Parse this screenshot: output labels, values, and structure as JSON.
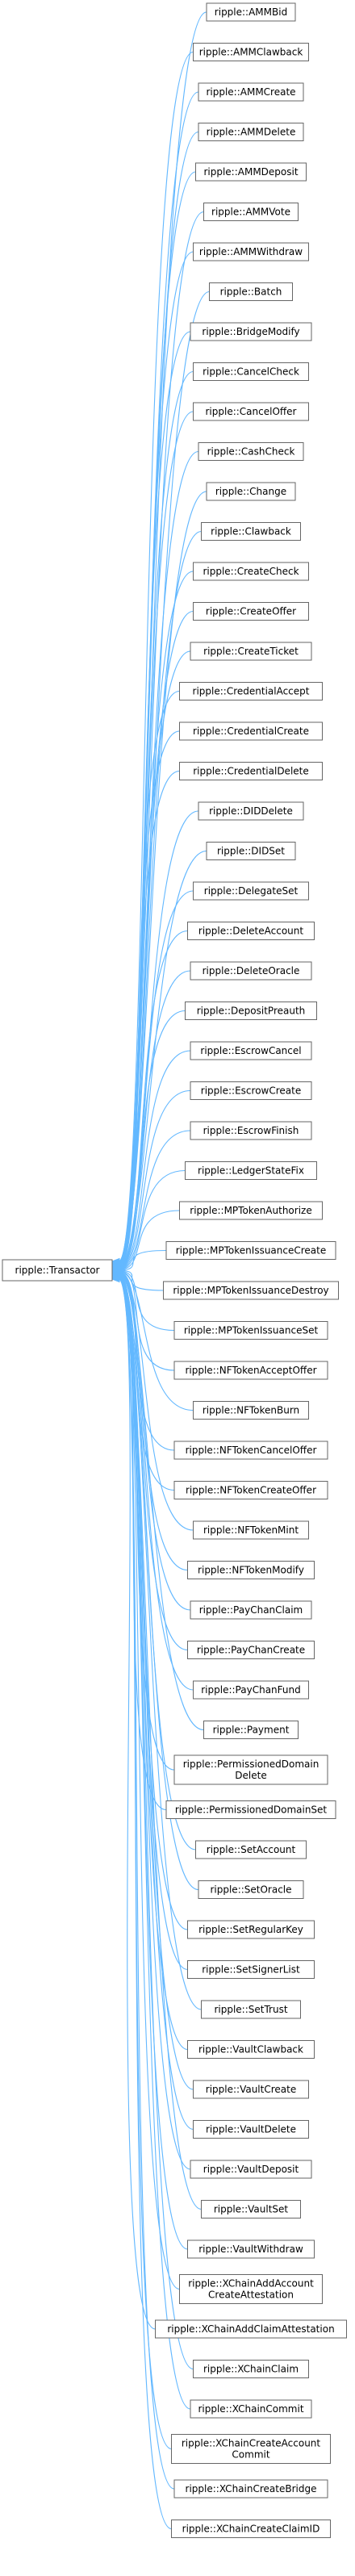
{
  "base": {
    "label": "ripple::Transactor"
  },
  "derived": [
    [
      "ripple::AMMBid"
    ],
    [
      "ripple::AMMClawback"
    ],
    [
      "ripple::AMMCreate"
    ],
    [
      "ripple::AMMDelete"
    ],
    [
      "ripple::AMMDeposit"
    ],
    [
      "ripple::AMMVote"
    ],
    [
      "ripple::AMMWithdraw"
    ],
    [
      "ripple::Batch"
    ],
    [
      "ripple::BridgeModify"
    ],
    [
      "ripple::CancelCheck"
    ],
    [
      "ripple::CancelOffer"
    ],
    [
      "ripple::CashCheck"
    ],
    [
      "ripple::Change"
    ],
    [
      "ripple::Clawback"
    ],
    [
      "ripple::CreateCheck"
    ],
    [
      "ripple::CreateOffer"
    ],
    [
      "ripple::CreateTicket"
    ],
    [
      "ripple::CredentialAccept"
    ],
    [
      "ripple::CredentialCreate"
    ],
    [
      "ripple::CredentialDelete"
    ],
    [
      "ripple::DIDDelete"
    ],
    [
      "ripple::DIDSet"
    ],
    [
      "ripple::DelegateSet"
    ],
    [
      "ripple::DeleteAccount"
    ],
    [
      "ripple::DeleteOracle"
    ],
    [
      "ripple::DepositPreauth"
    ],
    [
      "ripple::EscrowCancel"
    ],
    [
      "ripple::EscrowCreate"
    ],
    [
      "ripple::EscrowFinish"
    ],
    [
      "ripple::LedgerStateFix"
    ],
    [
      "ripple::MPTokenAuthorize"
    ],
    [
      "ripple::MPTokenIssuanceCreate"
    ],
    [
      "ripple::MPTokenIssuanceDestroy"
    ],
    [
      "ripple::MPTokenIssuanceSet"
    ],
    [
      "ripple::NFTokenAcceptOffer"
    ],
    [
      "ripple::NFTokenBurn"
    ],
    [
      "ripple::NFTokenCancelOffer"
    ],
    [
      "ripple::NFTokenCreateOffer"
    ],
    [
      "ripple::NFTokenMint"
    ],
    [
      "ripple::NFTokenModify"
    ],
    [
      "ripple::PayChanClaim"
    ],
    [
      "ripple::PayChanCreate"
    ],
    [
      "ripple::PayChanFund"
    ],
    [
      "ripple::Payment"
    ],
    [
      "ripple::PermissionedDomain",
      "Delete"
    ],
    [
      "ripple::PermissionedDomainSet"
    ],
    [
      "ripple::SetAccount"
    ],
    [
      "ripple::SetOracle"
    ],
    [
      "ripple::SetRegularKey"
    ],
    [
      "ripple::SetSignerList"
    ],
    [
      "ripple::SetTrust"
    ],
    [
      "ripple::VaultClawback"
    ],
    [
      "ripple::VaultCreate"
    ],
    [
      "ripple::VaultDelete"
    ],
    [
      "ripple::VaultDeposit"
    ],
    [
      "ripple::VaultSet"
    ],
    [
      "ripple::VaultWithdraw"
    ],
    [
      "ripple::XChainAddAccount",
      "CreateAttestation"
    ],
    [
      "ripple::XChainAddClaimAttestation"
    ],
    [
      "ripple::XChainClaim"
    ],
    [
      "ripple::XChainCommit"
    ],
    [
      "ripple::XChainCreateAccount",
      "Commit"
    ],
    [
      "ripple::XChainCreateBridge"
    ],
    [
      "ripple::XChainCreateClaimID"
    ]
  ],
  "colors": {
    "edge": "#63b8ff",
    "border": "#666666",
    "text": "#000000"
  }
}
